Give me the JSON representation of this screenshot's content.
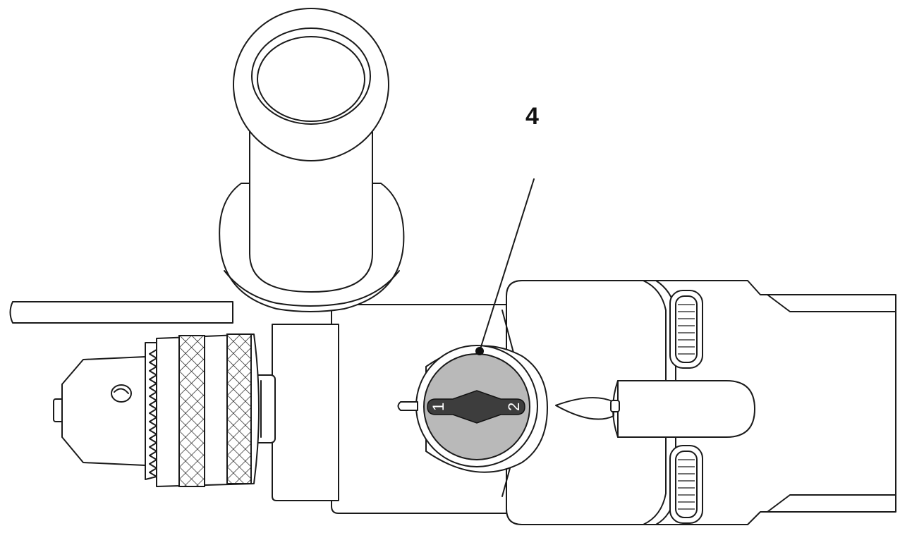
{
  "diagram": {
    "callout_number": "4",
    "dial": {
      "position_1": "1",
      "position_2": "2"
    }
  },
  "colors": {
    "line": "#1a1a1a",
    "dial_face": "#b9b9b9",
    "selector_lever": "#3d3d3d"
  }
}
